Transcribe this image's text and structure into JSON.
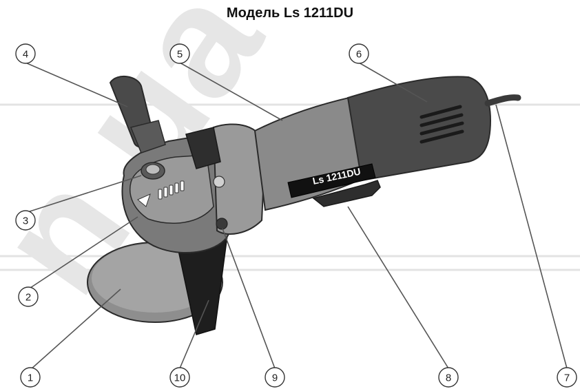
{
  "title": "Модель Ls 1211DU",
  "watermark_text": "n.ua",
  "body_badge": "Ls 1211DU",
  "callouts": [
    "1",
    "2",
    "3",
    "4",
    "5",
    "6",
    "7",
    "8",
    "9",
    "10"
  ],
  "colors": {
    "body_dark": "#4a4a4a",
    "body_mid": "#7a7a7a",
    "body_light": "#9a9a9a",
    "guard": "#8e8e8e",
    "disc": "#1e1e1e",
    "outline": "#2a2a2a"
  }
}
